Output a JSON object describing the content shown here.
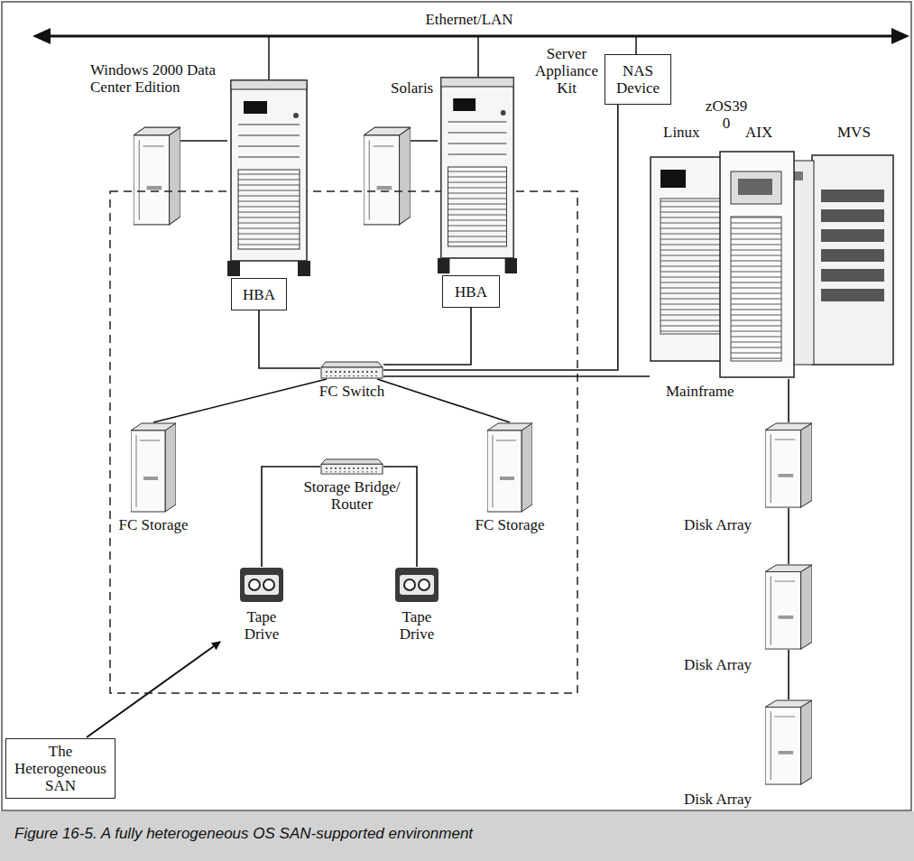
{
  "diagram": {
    "caption": "Figure 16-5. A fully heterogeneous OS SAN-supported environment",
    "nodes": [
      {
        "text": [
          "Windows 2000 Data Center Edition"
        ]
      },
      {
        "text": [
          "Solaris"
        ]
      },
      {
        "text": [
          "NAS Device"
        ]
      },
      {
        "text": [
          "HBA"
        ]
      },
      {
        "text": [
          "HBA"
        ]
      },
      {
        "text": [
          "Linux",
          "AIX",
          "MVS",
          "Mainframe"
        ]
      },
      {
        "text": [
          "FC Switch"
        ]
      },
      {
        "text": [
          "FC Storage"
        ]
      },
      {
        "text": [
          "Storage Bridge/ Router"
        ]
      },
      {
        "text": [
          "FC Storage"
        ]
      },
      {
        "text": [
          "Tape Drive"
        ]
      },
      {
        "text": [
          "Tape Drive"
        ]
      },
      {
        "text": [
          "Disk Array"
        ]
      },
      {
        "text": [
          "Disk Array"
        ]
      },
      {
        "text": [
          "Disk Array"
        ]
      },
      {
        "text": [
          "The Heterogeneous SAN"
        ]
      }
    ],
    "edges": [
      {
        "from": 3,
        "to": 6,
        "arrow": "none"
      },
      {
        "from": 4,
        "to": 6,
        "arrow": "none"
      },
      {
        "from": 2,
        "to": 6,
        "arrow": "none"
      },
      {
        "from": 6,
        "to": 5,
        "arrow": "none"
      },
      {
        "from": 6,
        "to": 7,
        "arrow": "none"
      },
      {
        "from": 6,
        "to": 9,
        "arrow": "none"
      },
      {
        "from": 8,
        "to": 10,
        "arrow": "none"
      },
      {
        "from": 8,
        "to": 11,
        "arrow": "none"
      },
      {
        "from": 5,
        "to": 12,
        "arrow": "none"
      },
      {
        "from": 12,
        "to": 13,
        "arrow": "none"
      },
      {
        "from": 13,
        "to": 14,
        "arrow": "none"
      }
    ],
    "labels": [
      "Ethernet/LAN",
      "Server Appliance Kit",
      "zOS39 0"
    ]
  }
}
